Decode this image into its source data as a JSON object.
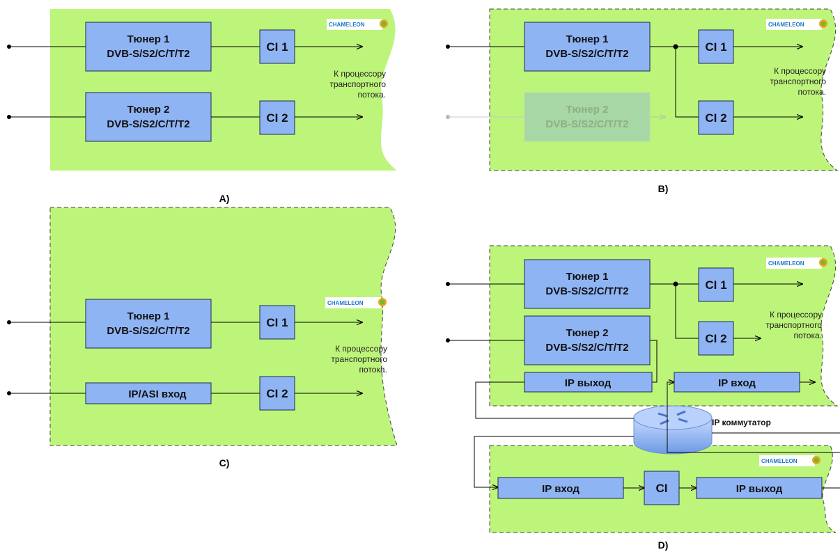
{
  "panels": {
    "A": {
      "caption": "A)",
      "tuner1": [
        "Тюнер 1",
        "DVB-S/S2/C/T/T2"
      ],
      "tuner2": [
        "Тюнер 2",
        "DVB-S/S2/C/T/T2"
      ],
      "ci1": "CI 1",
      "ci2": "CI 2",
      "note": [
        "К процессору",
        "транспортного",
        "потока."
      ],
      "logo": "CHAMELEON"
    },
    "B": {
      "caption": "B)",
      "tuner1": [
        "Тюнер 1",
        "DVB-S/S2/C/T/T2"
      ],
      "tuner2": [
        "Тюнер 2",
        "DVB-S/S2/C/T/T2"
      ],
      "ci1": "CI 1",
      "ci2": "CI 2",
      "note": [
        "К процессору",
        "транспортного",
        "потока."
      ],
      "logo": "CHAMELEON"
    },
    "C": {
      "caption": "C)",
      "tuner1": [
        "Тюнер 1",
        "DVB-S/S2/C/T/T2"
      ],
      "ip_asi": "IP/ASI вход",
      "ci1": "CI 1",
      "ci2": "CI 2",
      "note": [
        "К процессору",
        "транспортного",
        "потока."
      ],
      "logo": "CHAMELEON"
    },
    "D": {
      "caption": "D)",
      "tuner1": [
        "Тюнер 1",
        "DVB-S/S2/C/T/T2"
      ],
      "tuner2": [
        "Тюнер 2",
        "DVB-S/S2/C/T/T2"
      ],
      "ci1": "CI 1",
      "ci2": "CI 2",
      "note": [
        "К процессору",
        "транспортного",
        "потока."
      ],
      "ip_out_top": "IP выход",
      "ip_in_top": "IP вход",
      "switch_label": "IP коммутатор",
      "ip_in_bottom": "IP вход",
      "ci_bottom": "CI",
      "ip_out_bottom": "IP выход",
      "logo": "CHAMELEON"
    }
  }
}
